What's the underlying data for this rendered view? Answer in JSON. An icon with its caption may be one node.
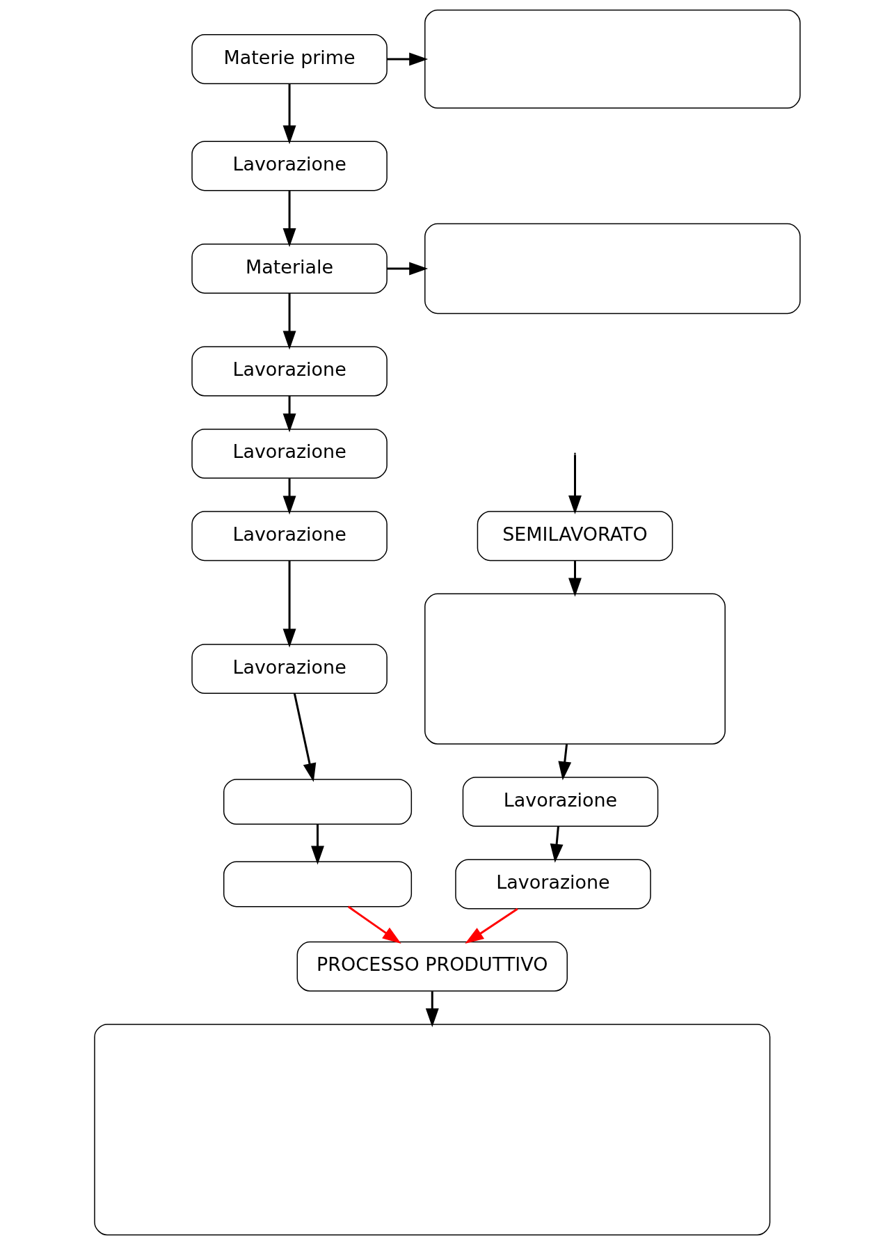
{
  "diagram": {
    "nodes": [
      {
        "text": [
          "Materie prime"
        ]
      },
      {
        "text": [],
        "shape": "box"
      },
      {
        "text": [
          "Lavorazione"
        ]
      },
      {
        "text": [
          "Materiale"
        ]
      },
      {
        "text": [],
        "shape": "box"
      },
      {
        "text": [
          "Lavorazione"
        ]
      },
      {
        "text": [
          "Lavorazione"
        ]
      },
      {
        "text": [
          "Lavorazione"
        ]
      },
      {
        "text": [
          "Lavorazione"
        ]
      },
      {
        "text": [],
        "shape": "box"
      },
      {
        "text": [],
        "shape": "box"
      },
      {
        "text": [
          "SEMILAVORATO"
        ]
      },
      {
        "text": [],
        "shape": "box"
      },
      {
        "text": [
          "Lavorazione"
        ]
      },
      {
        "text": [
          "Lavorazione"
        ]
      },
      {
        "text": [
          "PROCESSO PRODUTTIVO"
        ]
      },
      {
        "text": [],
        "shape": "box"
      }
    ],
    "edges": [
      {
        "from": 0,
        "to": 1,
        "arrow": "to"
      },
      {
        "from": 0,
        "to": 2,
        "arrow": "to"
      },
      {
        "from": 2,
        "to": 3,
        "arrow": "to"
      },
      {
        "from": 3,
        "to": 4,
        "arrow": "to"
      },
      {
        "from": 3,
        "to": 5,
        "arrow": "to"
      },
      {
        "from": 5,
        "to": 6,
        "arrow": "to"
      },
      {
        "from": 6,
        "to": 7,
        "arrow": "to"
      },
      {
        "from": 7,
        "to": 8,
        "arrow": "to"
      },
      {
        "from": 8,
        "to": 9,
        "arrow": "to"
      },
      {
        "from": 9,
        "to": 10,
        "arrow": "to"
      },
      {
        "from": null,
        "to": 11,
        "arrow": "to"
      },
      {
        "from": 11,
        "to": 12,
        "arrow": "to"
      },
      {
        "from": 12,
        "to": 13,
        "arrow": "to"
      },
      {
        "from": 13,
        "to": 14,
        "arrow": "to"
      },
      {
        "from": 14,
        "to": 15,
        "arrow": "to",
        "color": "#ff0000"
      },
      {
        "from": 10,
        "to": 15,
        "arrow": "to",
        "color": "#ff0000"
      },
      {
        "from": 15,
        "to": 16,
        "arrow": "to"
      }
    ]
  }
}
